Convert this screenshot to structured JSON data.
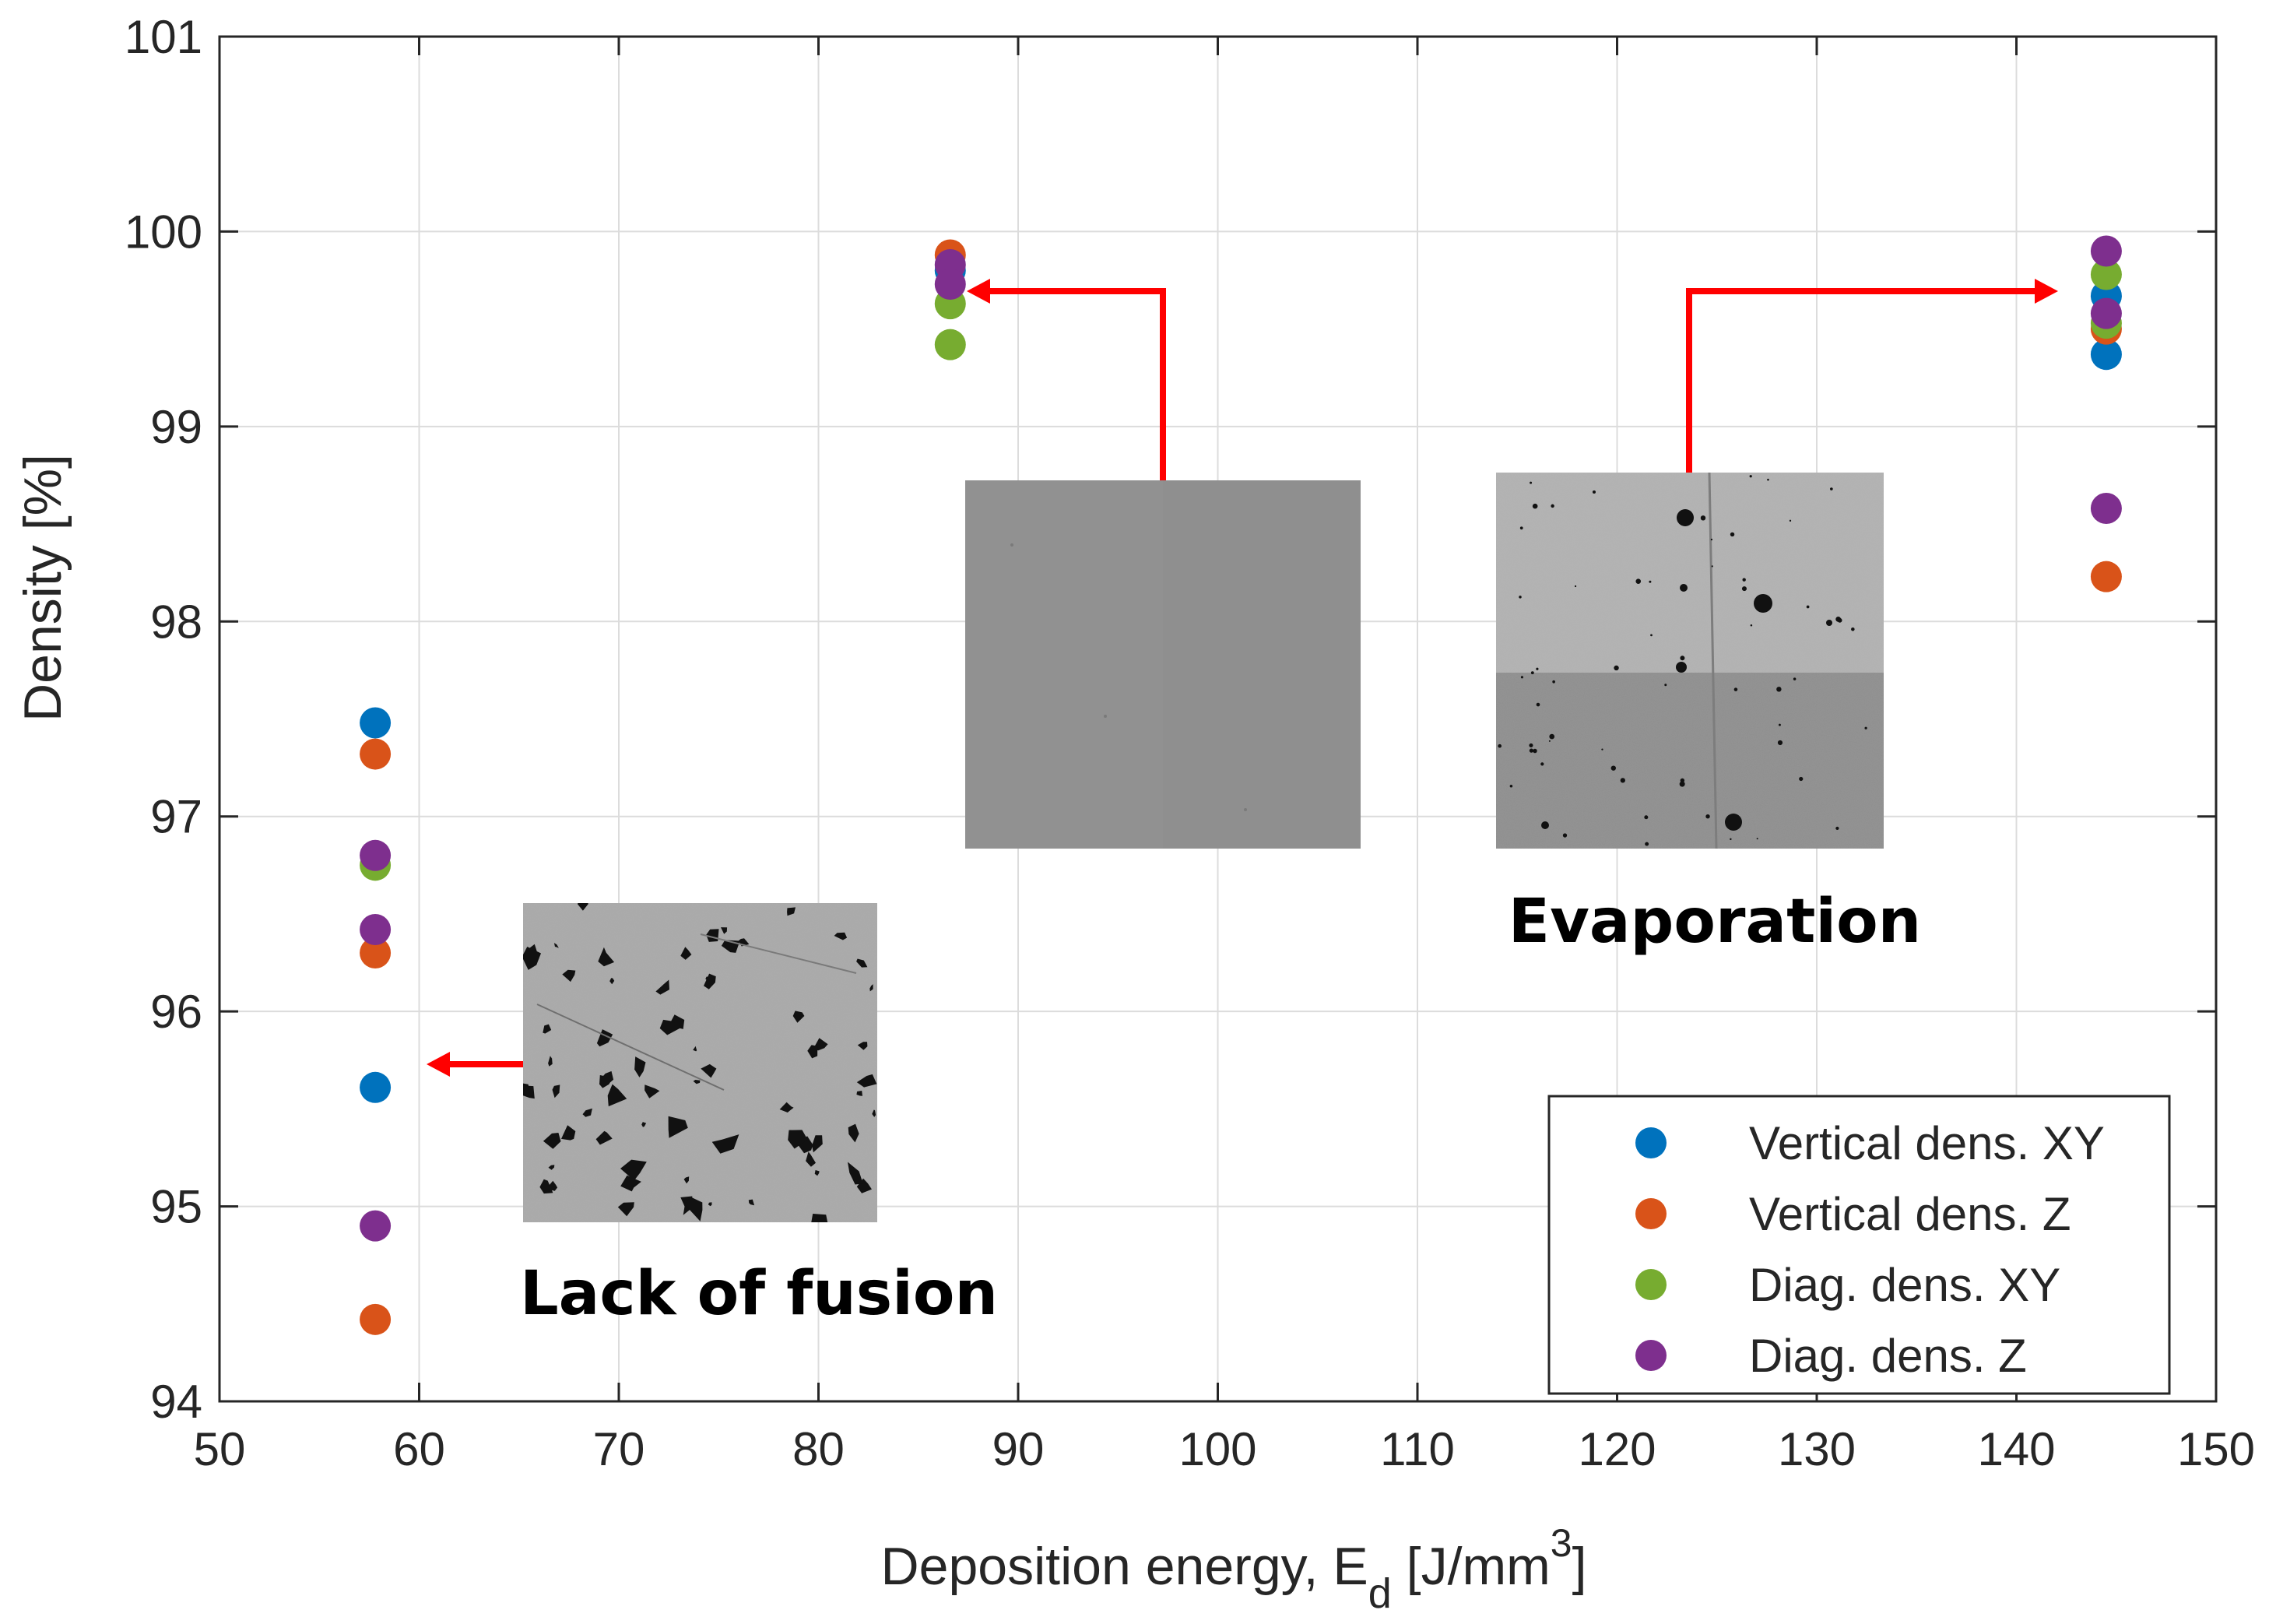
{
  "chart_data": {
    "type": "scatter",
    "title": "",
    "xlabel_main": "Deposition energy, E",
    "xlabel_sub": "d",
    "xlabel_unit_pre": " [J/mm",
    "xlabel_sup": "3",
    "xlabel_unit_post": "]",
    "ylabel": "Density [%]",
    "xlim": [
      50,
      150
    ],
    "ylim": [
      94,
      101
    ],
    "xticks": [
      50,
      60,
      70,
      80,
      90,
      100,
      110,
      120,
      130,
      140,
      150
    ],
    "yticks": [
      94,
      95,
      96,
      97,
      98,
      99,
      100,
      101
    ],
    "grid": true,
    "legend_position": "bottom-right",
    "series": [
      {
        "name": "Vertical dens. XY",
        "color": "#0072BD",
        "x": [
          57.8,
          57.8,
          86.6,
          144.5,
          144.5
        ],
        "y": [
          97.48,
          95.61,
          99.8,
          99.67,
          99.37
        ]
      },
      {
        "name": "Vertical dens. Z",
        "color": "#D95319",
        "x": [
          57.8,
          57.8,
          57.8,
          86.6,
          144.5,
          144.5
        ],
        "y": [
          97.32,
          96.3,
          94.42,
          99.88,
          99.5,
          98.23
        ]
      },
      {
        "name": "Diag. dens. XY",
        "color": "#77AC30",
        "x": [
          57.8,
          86.6,
          86.6,
          144.5,
          144.5
        ],
        "y": [
          96.75,
          99.63,
          99.42,
          99.78,
          99.53
        ]
      },
      {
        "name": "Diag. dens. Z",
        "color": "#7E2F8E",
        "x": [
          57.8,
          57.8,
          57.8,
          86.6,
          86.6,
          144.5,
          144.5,
          144.5
        ],
        "y": [
          96.8,
          96.42,
          94.9,
          99.83,
          99.73,
          99.9,
          99.58,
          98.58
        ]
      }
    ],
    "annotations": [
      {
        "id": "lack",
        "text": "Lack of fusion"
      },
      {
        "id": "evap",
        "text": "Evaporation"
      }
    ],
    "inset_images": [
      {
        "id": "lack-of-fusion-micrograph",
        "tone": "#a9a9a9",
        "pores": "many-large"
      },
      {
        "id": "optimal-micrograph",
        "tone": "#8f8f8f",
        "pores": "none"
      },
      {
        "id": "evaporation-micrograph",
        "tone": "#b2b2b2",
        "pores": "few-round"
      }
    ]
  }
}
